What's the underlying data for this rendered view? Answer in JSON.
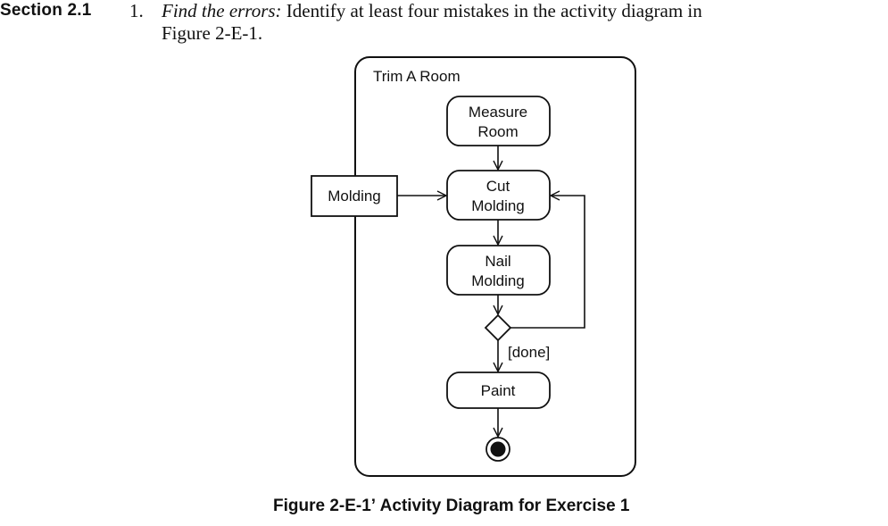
{
  "section": {
    "label": "Section 2.1"
  },
  "exercise": {
    "number": "1.",
    "lead": "Find the errors:",
    "text_line1": " Identify at least four mistakes in the activity diagram in",
    "text_line2": "Figure 2-E-1."
  },
  "diagram": {
    "partition_label": "Trim A Room",
    "object_node": "Molding",
    "actions": {
      "measure_room": [
        "Measure",
        "Room"
      ],
      "cut_molding": [
        "Cut",
        "Molding"
      ],
      "nail_molding": [
        "Nail",
        "Molding"
      ],
      "paint": "Paint"
    },
    "guard": "[done]"
  },
  "caption": "Figure 2-E-1ʼ Activity Diagram for Exercise 1"
}
